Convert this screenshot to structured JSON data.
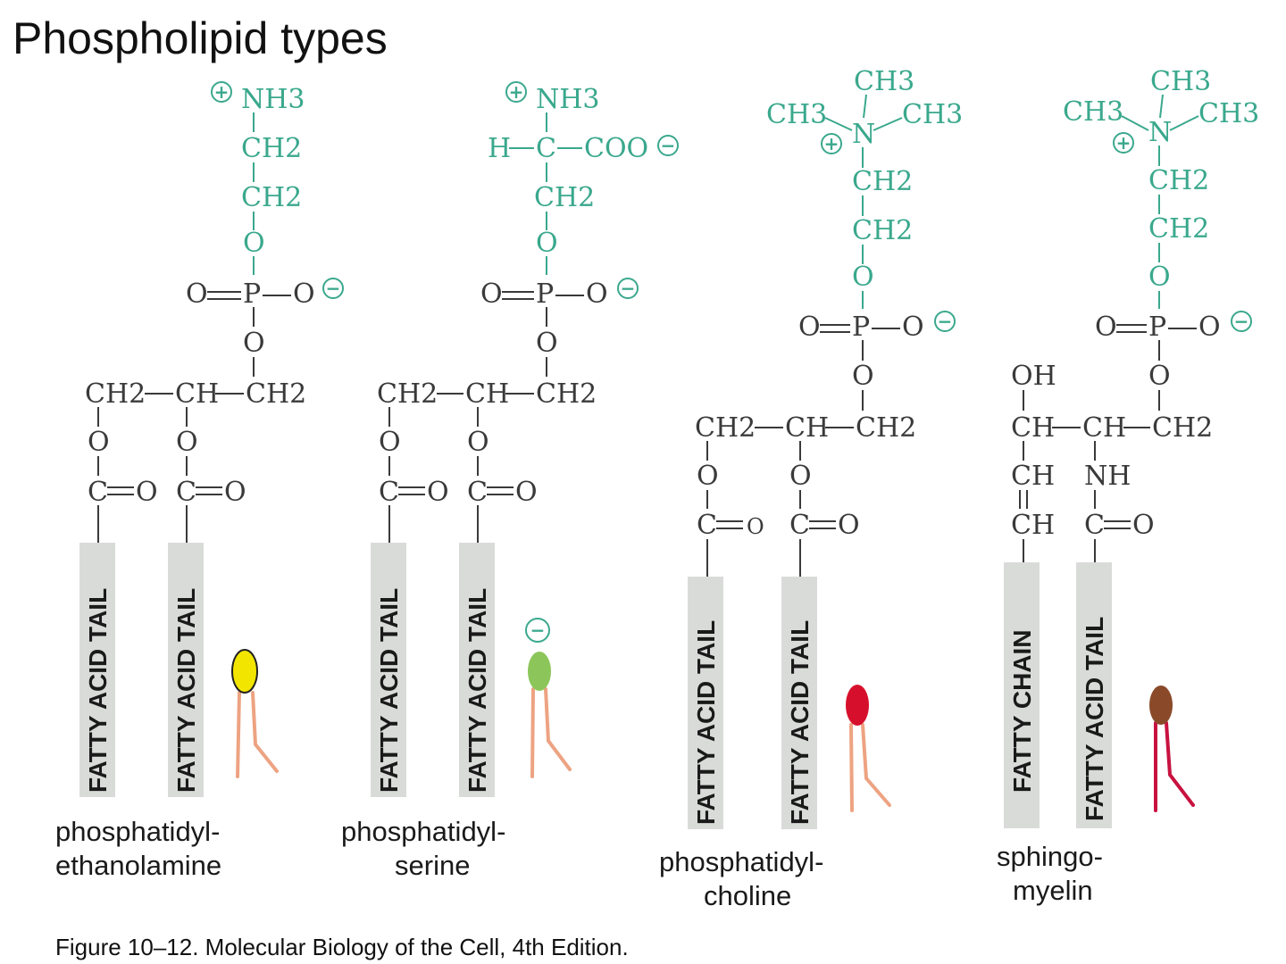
{
  "title": "Phospholipid types",
  "caption": "Figure 10–12. Molecular Biology of the Cell, 4th Edition.",
  "colors": {
    "head_group": "#3aa88d",
    "backbone": "#3a3a3a",
    "tail_box": "#d9dbd9",
    "pe_head": "#f2e600",
    "ps_head": "#8cc65a",
    "pc_head": "#d6102c",
    "sm_head": "#8a4a2a",
    "pe_tails": "#eda382",
    "sm_tails": "#c8123f"
  },
  "chem": {
    "nh3": "NH3",
    "ch2": "CH2",
    "ch3": "CH3",
    "ch": "CH",
    "o": "O",
    "p": "P",
    "n": "N",
    "h": "H",
    "c": "C",
    "coo": "COO",
    "oh": "OH",
    "nh": "NH",
    "plus": "+",
    "minus": "−"
  },
  "molecules": [
    {
      "id": "pe",
      "label_lines": [
        "phosphatidyl-",
        "ethanolamine"
      ],
      "tails": [
        "FATTY ACID TAIL",
        "FATTY ACID TAIL"
      ]
    },
    {
      "id": "ps",
      "label_lines": [
        "phosphatidyl-",
        "serine"
      ],
      "tails": [
        "FATTY ACID TAIL",
        "FATTY ACID TAIL"
      ]
    },
    {
      "id": "pc",
      "label_lines": [
        "phosphatidyl-",
        "choline"
      ],
      "tails": [
        "FATTY ACID TAIL",
        "FATTY ACID TAIL"
      ]
    },
    {
      "id": "sm",
      "label_lines": [
        "sphingo-",
        "myelin"
      ],
      "tails": [
        "FATTY CHAIN",
        "FATTY ACID TAIL"
      ]
    }
  ]
}
